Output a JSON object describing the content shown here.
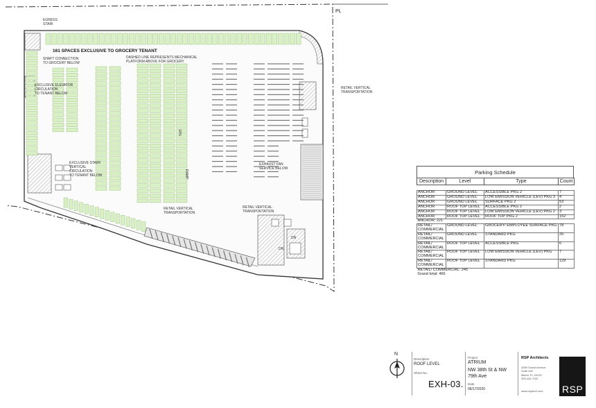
{
  "plan": {
    "property_line_label": "PL",
    "notes": {
      "egress_stair": "EGRESS\nSTAIR",
      "spaces_banner": "161 SPACES EXCLUSIVE TO GROCERY TENANT",
      "shaft_connection": "SHAFT CONNECTION\nTO GROCERY BELOW",
      "dashed_line": "DASHED LINE REPRESENTS MECHANICAL\nPLATFORM ABOVE FOR GROCERY",
      "exclusive_elevator": "EXCLUSIVE ELEVATOR\nCIRCULATION\nTO TENANT BELOW",
      "exclusive_stair": "EXCLUSIVE STAIR/\nVERTICAL\nCIRCULATION\nTO TENANT BELOW",
      "retail_vertical_1": "RETAIL VERTICAL\nTRANSPORTATION",
      "retail_vertical_2": "RETAIL VERTICAL\nTRANSPORTATION",
      "retail_vertical_3": "RETAIL VERTICAL\nTRANSPORTATION",
      "exhaust_fan": "EXHAUST FAN\nSERVICE BELOW",
      "ramp": "RAMP",
      "slope": "10%",
      "dn_1": "DN",
      "dn_2": "DN"
    }
  },
  "schedule": {
    "title": "Parking Schedule",
    "headers": [
      "Description",
      "Level",
      "Type",
      "Count"
    ],
    "anchor_rows": [
      [
        "ANCHOR",
        "GROUND LEVEL",
        "ACCESSIBLE PKG 2",
        "7"
      ],
      [
        "ANCHOR",
        "GROUND LEVEL",
        "LOW EMISSION VEHICLE (LEV) PKG 3",
        "4"
      ],
      [
        "ANCHOR",
        "GROUND LEVEL",
        "SURFACE PKG 2",
        "53"
      ],
      [
        "ANCHOR",
        "ROOF TOP LEVEL",
        "ACCESSIBLE PKG 2",
        "2"
      ],
      [
        "ANCHOR",
        "ROOF TOP LEVEL",
        "LOW EMISSION VEHICLE (LEV) PKG 2",
        "3"
      ],
      [
        "ANCHOR",
        "ROOF TOP LEVEL",
        "ROOF TOP PKG 2",
        "152"
      ]
    ],
    "anchor_subtotal": "ANCHOR: 221",
    "retail_rows": [
      [
        "RETAIL/ COMMERCIAL",
        "GROUND LEVEL",
        "GROCERY/ EMPLOYEE SURFACE PKG",
        "78"
      ],
      [
        "RETAIL/ COMMERCIAL",
        "GROUND LEVEL",
        "STANDARD PKG",
        "25"
      ],
      [
        "RETAIL/ COMMERCIAL",
        "ROOF TOP LEVEL",
        "ACCESSIBLE PKG",
        "6"
      ],
      [
        "RETAIL/ COMMERCIAL",
        "ROOF TOP LEVEL",
        "LOW EMISSION VEHICLE (LEV) PKG",
        "7"
      ],
      [
        "RETAIL/ COMMERCIAL",
        "ROOF TOP LEVEL",
        "STANDARD PKG",
        "129"
      ]
    ],
    "retail_subtotal": "RETAIL/ COMMERCIAL: 245",
    "grand_total": "Grand total: 466"
  },
  "title_block": {
    "north_label": "N",
    "description_label": "Description",
    "description_value": "ROOF LEVEL",
    "sheet_label": "Sheet No.",
    "sheet_number": "EXH-03.",
    "project_label": "Project",
    "project_name": "ATRIUM",
    "project_location_1": "NW 38th St & NW",
    "project_location_2": "79th Ave",
    "date_label": "Date",
    "date_value": "06/17/2020",
    "firm_name": "RSP Architects",
    "firm_address": [
      "3359 Grand Avenue",
      "Suite 440",
      "Miami, FL 33133",
      "305.444.7100"
    ],
    "firm_web": "www.rsparch.com",
    "logo_text": "RSP"
  },
  "colors": {
    "green_stalls": "#d9efc6",
    "green_edge": "#8fbf6a",
    "grey_stalls": "#6a6a6a",
    "line": "#444444"
  }
}
